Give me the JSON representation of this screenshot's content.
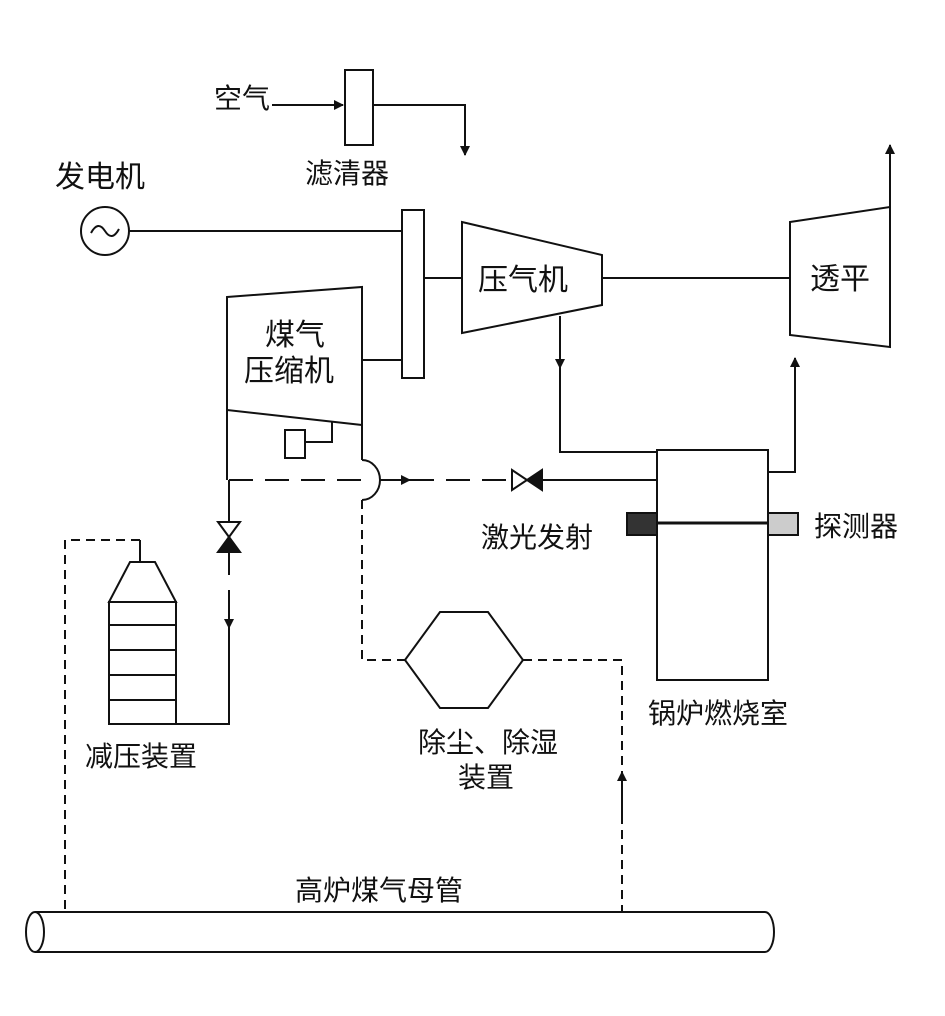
{
  "labels": {
    "air": "空气",
    "filter": "滤清器",
    "generator": "发电机",
    "compressor": "压气机",
    "turbine": "透平",
    "gas_compressor_line1": "煤气",
    "gas_compressor_line2": "压缩机",
    "laser_emitter": "激光发射",
    "detector": "探测器",
    "pressure_reducer": "减压装置",
    "dust_removal_line1": "除尘、除湿",
    "dust_removal_line2": "装置",
    "boiler_chamber": "锅炉燃烧室",
    "gas_main": "高炉煤气母管"
  },
  "colors": {
    "stroke": "#111111",
    "laser_emitter_fill": "#333333",
    "detector_fill": "#cccccc"
  }
}
